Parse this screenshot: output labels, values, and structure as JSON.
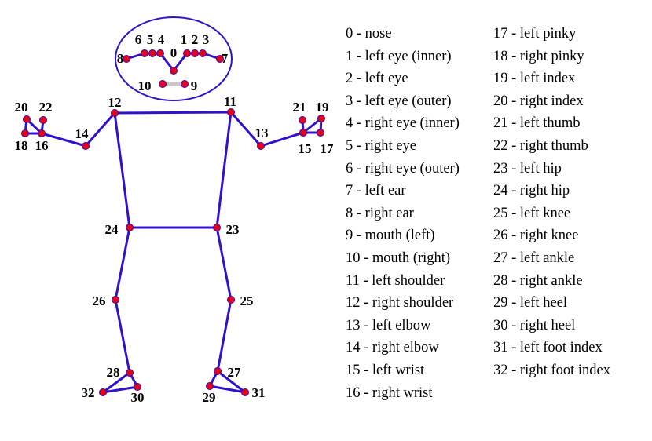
{
  "diagram": {
    "title": "",
    "colors": {
      "bone": "#3311cc",
      "mouth": "#c8c8c8",
      "joint_fill": "#e8001c",
      "joint_stroke": "#2b10aa",
      "head_outline": "#3311cc"
    },
    "landmarks": [
      {
        "id": "0",
        "name": "nose"
      },
      {
        "id": "1",
        "name": "left eye (inner)"
      },
      {
        "id": "2",
        "name": "left eye"
      },
      {
        "id": "3",
        "name": "left eye (outer)"
      },
      {
        "id": "4",
        "name": "right eye (inner)"
      },
      {
        "id": "5",
        "name": "right eye"
      },
      {
        "id": "6",
        "name": "right eye (outer)"
      },
      {
        "id": "7",
        "name": "left ear"
      },
      {
        "id": "8",
        "name": "right ear"
      },
      {
        "id": "9",
        "name": "mouth (left)"
      },
      {
        "id": "10",
        "name": "mouth (right)"
      },
      {
        "id": "11",
        "name": "left shoulder"
      },
      {
        "id": "12",
        "name": "right shoulder"
      },
      {
        "id": "13",
        "name": "left elbow"
      },
      {
        "id": "14",
        "name": "right elbow"
      },
      {
        "id": "15",
        "name": "left wrist"
      },
      {
        "id": "16",
        "name": "right wrist"
      },
      {
        "id": "17",
        "name": "left pinky"
      },
      {
        "id": "18",
        "name": "right pinky"
      },
      {
        "id": "19",
        "name": "left index"
      },
      {
        "id": "20",
        "name": "right index"
      },
      {
        "id": "21",
        "name": "left thumb"
      },
      {
        "id": "22",
        "name": "right thumb"
      },
      {
        "id": "23",
        "name": "left hip"
      },
      {
        "id": "24",
        "name": "right hip"
      },
      {
        "id": "25",
        "name": "left knee"
      },
      {
        "id": "26",
        "name": "right knee"
      },
      {
        "id": "27",
        "name": "left ankle"
      },
      {
        "id": "28",
        "name": "right ankle"
      },
      {
        "id": "29",
        "name": "left heel"
      },
      {
        "id": "30",
        "name": "right heel"
      },
      {
        "id": "31",
        "name": "left foot index"
      },
      {
        "id": "32",
        "name": "right foot index"
      }
    ],
    "connections": [
      [
        "0",
        "1"
      ],
      [
        "1",
        "2"
      ],
      [
        "2",
        "3"
      ],
      [
        "3",
        "7"
      ],
      [
        "0",
        "4"
      ],
      [
        "4",
        "5"
      ],
      [
        "5",
        "6"
      ],
      [
        "6",
        "8"
      ],
      [
        "9",
        "10"
      ],
      [
        "11",
        "12"
      ],
      [
        "11",
        "13"
      ],
      [
        "13",
        "15"
      ],
      [
        "15",
        "17"
      ],
      [
        "15",
        "19"
      ],
      [
        "15",
        "21"
      ],
      [
        "17",
        "19"
      ],
      [
        "12",
        "14"
      ],
      [
        "14",
        "16"
      ],
      [
        "16",
        "18"
      ],
      [
        "16",
        "20"
      ],
      [
        "16",
        "22"
      ],
      [
        "18",
        "20"
      ],
      [
        "11",
        "23"
      ],
      [
        "12",
        "24"
      ],
      [
        "23",
        "24"
      ],
      [
        "23",
        "25"
      ],
      [
        "25",
        "27"
      ],
      [
        "27",
        "29"
      ],
      [
        "27",
        "31"
      ],
      [
        "29",
        "31"
      ],
      [
        "24",
        "26"
      ],
      [
        "26",
        "28"
      ],
      [
        "28",
        "30"
      ],
      [
        "28",
        "32"
      ],
      [
        "30",
        "32"
      ]
    ]
  }
}
